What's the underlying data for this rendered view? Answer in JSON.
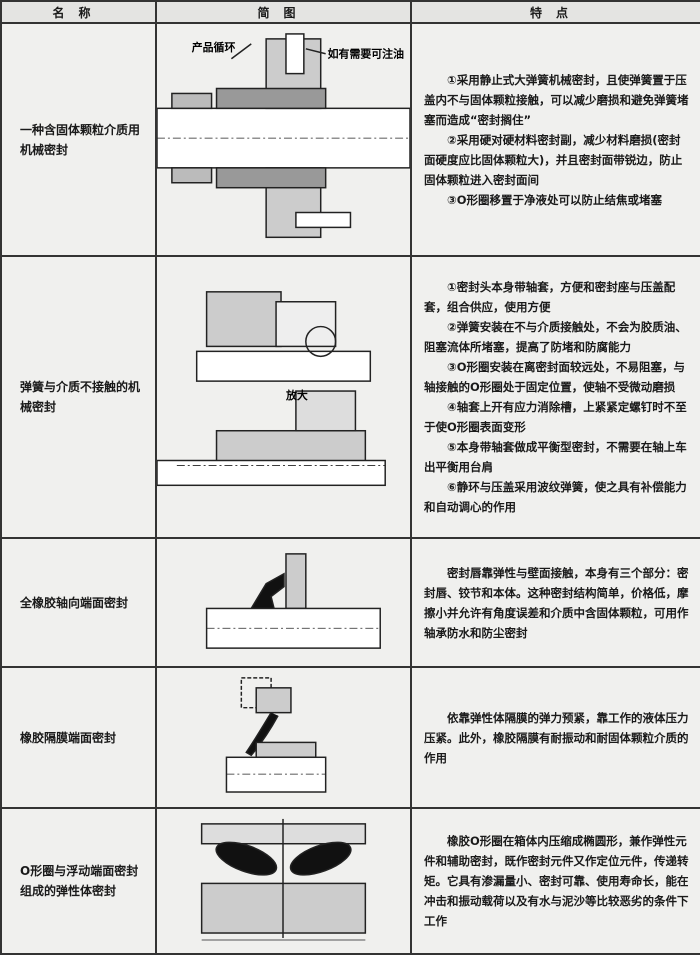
{
  "header": {
    "name": "名称",
    "figure": "简图",
    "features": "特点"
  },
  "rows": [
    {
      "name": "一种含固体颗粒介质用机械密封",
      "figure_labels": [
        "产品循环",
        "如有需要可注油"
      ],
      "features": [
        "①采用静止式大弹簧机械密封，且使弹簧置于压盖内不与固体颗粒接触，可以减少磨损和避免弹簧堵塞而造成“密封搁住”",
        "②采用硬对硬材料密封副，减少材料磨损(密封面硬度应比固体颗粒大)，并且密封面带锐边，防止固体颗粒进入密封面间",
        "③O形圈移置于净液处可以防止结焦或堵塞"
      ]
    },
    {
      "name": "弹簧与介质不接触的机械密封",
      "figure_labels": [
        "放大"
      ],
      "features": [
        "①密封头本身带轴套，方便和密封座与压盖配套，组合供应，使用方便",
        "②弹簧安装在不与介质接触处，不会为胶质油、阻塞流体所堵塞，提高了防堵和防腐能力",
        "③O形圈安装在离密封面较远处，不易阻塞，与轴接触的O形圈处于固定位置，使轴不受微动磨损",
        "④轴套上开有应力消除槽，上紧紧定螺钉时不至于使O形圈表面变形",
        "⑤本身带轴套做成平衡型密封，不需要在轴上车出平衡用台肩",
        "⑥静环与压盖采用波纹弹簧，使之具有补偿能力和自动调心的作用"
      ]
    },
    {
      "name": "全橡胶轴向端面密封",
      "figure_labels": [],
      "features": [
        "密封唇靠弹性与壁面接触，本身有三个部分：密封唇、铰节和本体。这种密封结构简单，价格低，摩擦小并允许有角度误差和介质中含固体颗粒，可用作轴承防水和防尘密封"
      ]
    },
    {
      "name": "橡胶隔膜端面密封",
      "figure_labels": [],
      "features": [
        "依靠弹性体隔膜的弹力预紧，靠工作的液体压力压紧。此外，橡胶隔膜有耐振动和耐固体颗粒介质的作用"
      ]
    },
    {
      "name": "O形圈与浮动端面密封组成的弹性体密封",
      "figure_labels": [],
      "features": [
        "橡胶O形圈在箱体内压缩成椭圆形，兼作弹性元件和辅助密封，既作密封元件又作定位元件，传递转矩。它具有渗漏量小、密封可靠、使用寿命长，能在冲击和振动载荷以及有水与泥沙等比较恶劣的条件下工作"
      ]
    }
  ]
}
